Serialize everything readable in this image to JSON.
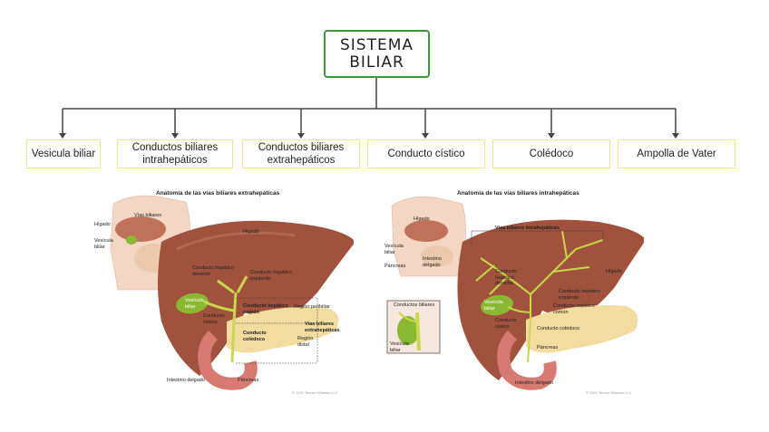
{
  "root": {
    "label": "SISTEMA\nBILIAR"
  },
  "children": [
    {
      "label": "Vesicula biliar"
    },
    {
      "label": "Conductos biliares intrahepáticos"
    },
    {
      "label": "Conductos biliares extrahepáticos"
    },
    {
      "label": "Conducto cístico"
    },
    {
      "label": "Colédoco"
    },
    {
      "label": "Ampolla de Vater"
    }
  ],
  "left_figure": {
    "title": "Anatomía de las vías biliares extrahepáticas",
    "labels": {
      "higado_small": "Hígado",
      "vias_biliares": "Vías biliares",
      "vesicula_small": "Vesícula\nbiliar",
      "higado": "Hígado",
      "hepatico_derecho": "Conducto hepático\nderecho",
      "hepatico_izquierdo": "Conducto hepático\nizquierdo",
      "vesicula": "Vesícula\nbiliar",
      "cistico": "Conducto\ncístico",
      "hepatico_comun": "Conducto hepático\ncomún",
      "region_perihiliar": "Región perihiliar",
      "vias_extra": "Vías biliares\nextrahepáticas",
      "coledoco": "Conducto\ncolédoco",
      "region_distal": "Región\ndistal",
      "intestino": "Intestino delgado",
      "pancreas": "Páncreas"
    },
    "copyright": "© 2021 Terese Winslow LLC"
  },
  "right_figure": {
    "title": "Anatomía de las vías biliares intrahepáticas",
    "labels": {
      "higado_small": "Hígado",
      "vesicula_small": "Vesícula\nbiliar",
      "pancreas_small": "Páncreas",
      "intestino_small": "Intestino\ndelgado",
      "vias_intra": "Vías biliares intrahepáticas",
      "higado": "Hígado",
      "hepatico_derecho": "Conducto\nhepático\nderecho",
      "hepatico_izquierdo": "Conducto hepático\nizquierdo",
      "hepatico_comun": "Conducto hepático\ncomún",
      "vesicula": "Vesícula\nbiliar",
      "cistico": "Conducto\ncístico",
      "coledoco": "Conducto colédoco",
      "pancreas": "Páncreas",
      "intestino": "Intestino delgado",
      "inset_title": "Conductos biliares",
      "inset_vesicula": "Vesícula\nbiliar"
    },
    "copyright": "© 2021 Terese Winslow LLC"
  },
  "colors": {
    "root_border": "#3a9a3a",
    "node_border": "#f0e68c",
    "liver": "#a0523d",
    "gallbladder": "#8ab832",
    "duct": "#c8d84a",
    "pancreas": "#f2dca0"
  }
}
